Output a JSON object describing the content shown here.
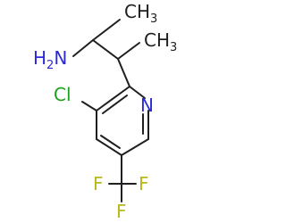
{
  "molecule": {
    "labels": {
      "ch3_top": {
        "main": "CH",
        "sub": "3"
      },
      "ch3_right": {
        "main": "CH",
        "sub": "3"
      },
      "amine": {
        "main": "H",
        "sub": "2",
        "tail": "N"
      },
      "chlorine": "Cl",
      "nitrogen": "N",
      "fluorine_left": "F",
      "fluorine_right": "F",
      "fluorine_bottom": "F"
    }
  },
  "colors": {
    "bond": "#1f1f1f",
    "carbon_text": "#1f1f1f",
    "nitrogen": "#2b2bd6",
    "chlorine": "#1ea01e",
    "fluorine": "#b8b81a"
  }
}
